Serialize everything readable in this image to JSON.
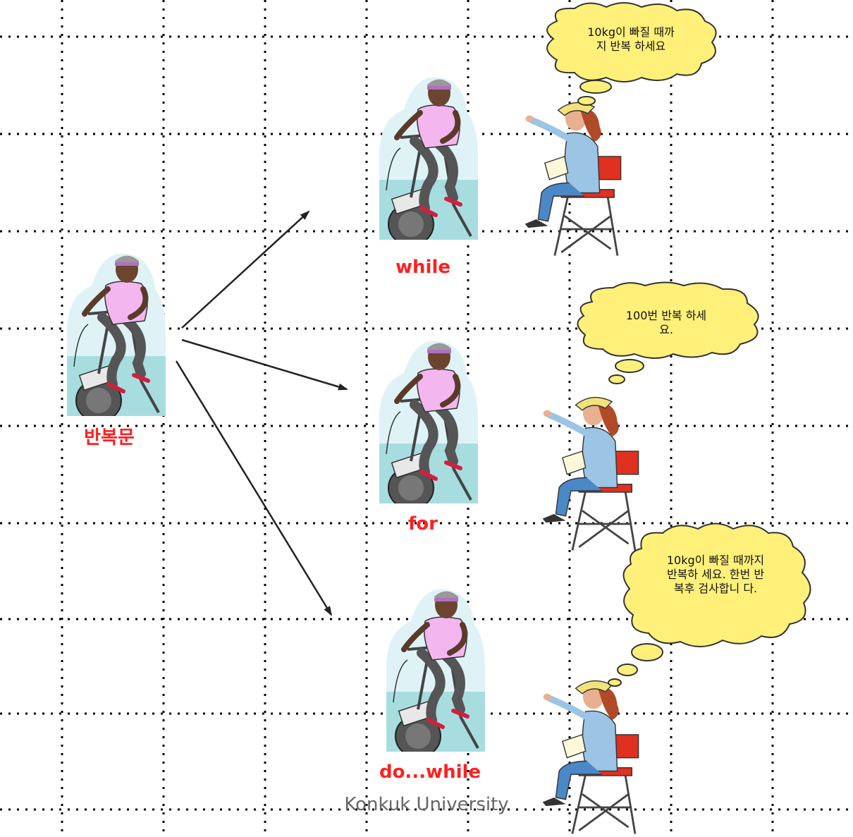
{
  "labels": {
    "repeat_statement": "반복문",
    "while": "while",
    "for": "for",
    "do_while": "do...while"
  },
  "bubbles": {
    "while_text": "10kg이 빠질 때까지 반복 하세요",
    "for_text": "100번 반복 하세요.",
    "do_while_text": "10kg이 빠질 때까지 반복하 세요. 한번 반 복후 검사합니 다."
  },
  "footer": "Konkuk University",
  "colors": {
    "label_red": "#ff2020",
    "bubble_fill": "#fff07a",
    "grid_dots": "#000000"
  }
}
